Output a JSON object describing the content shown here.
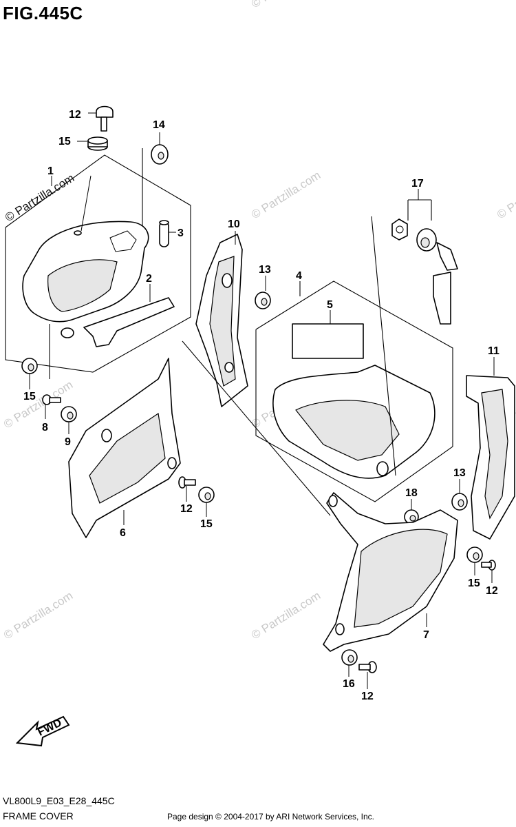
{
  "figure": {
    "title": "FIG.445C",
    "code": "VL800L9_E03_E28_445C",
    "name": "FRAME COVER",
    "copyright": "Page design © 2004-2017 by ARI Network Services, Inc."
  },
  "watermark": "© Partzilla.com",
  "fwd_label": "FWD",
  "callouts": [
    "1",
    "2",
    "3",
    "4",
    "5",
    "6",
    "7",
    "8",
    "9",
    "10",
    "11",
    "12",
    "13",
    "14",
    "15",
    "16",
    "17",
    "18"
  ]
}
